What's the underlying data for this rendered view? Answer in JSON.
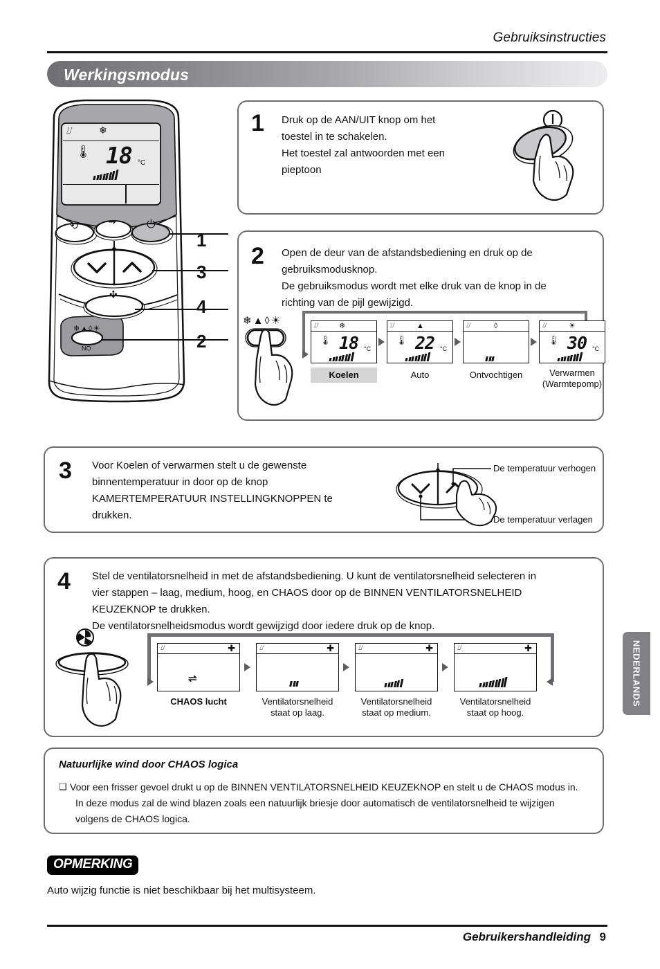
{
  "header": {
    "section_title": "Gebruiksinstructies",
    "banner_title": "Werkingsmodus"
  },
  "remote": {
    "lcd": {
      "signal_icon": "signal-icon",
      "mode_icon": "snowflake-icon",
      "thermometer_icon": "thermometer-icon",
      "temperature": "18",
      "unit": "°C",
      "fan_bars": 8
    },
    "buttons": {
      "swirl": "swirl-icon",
      "jet": "jet-icon",
      "power": "power-icon",
      "temp_icon": "thermometer-icon",
      "down": "chevron-down-icon",
      "up": "chevron-up-icon",
      "fan": "fan-icon",
      "mode_icons": "❄▲◊☀",
      "on_label": "ON"
    },
    "callouts": [
      "1",
      "3",
      "4",
      "2"
    ]
  },
  "steps": [
    {
      "number": "1",
      "lines": [
        "Druk op de AAN/UIT knop om het",
        "toestel in te schakelen.",
        "Het toestel zal antwoorden met een",
        "pieptoon"
      ],
      "illustration_icon": "power-icon"
    },
    {
      "number": "2",
      "lines": [
        "Open de deur van de afstandsbediening en druk op de",
        "gebruiksmodusknop.",
        "De gebruiksmodus wordt met elke druk van de knop in de",
        "richting van de pijl gewijzigd."
      ],
      "button_icons": "❄▲◊☀"
    },
    {
      "number": "3",
      "lines": [
        "Voor Koelen of verwarmen stelt u de gewenste",
        "binnentemperatuur in door op de knop",
        "KAMERTEMPERATUUR INSTELLINGKNOPPEN te",
        "drukken."
      ],
      "label_up": "De temperatuur verhogen",
      "label_down": "De temperatuur verlagen"
    },
    {
      "number": "4",
      "lines": [
        "Stel de ventilatorsnelheid in met de afstandsbediening. U kunt de ventilatorsnelheid selecteren in",
        "vier stappen – laag, medium, hoog, en CHAOS door op de BINNEN VENTILATORSNELHEID",
        "KEUZEKNOP te drukken.",
        "De ventilatorsnelheidsmodus wordt gewijzigd door iedere druk op de knop."
      ]
    }
  ],
  "mode_sequence": [
    {
      "label": "Koelen",
      "label2": "",
      "mode_icon": "❄",
      "temp": "18",
      "unit": "°C",
      "bars": 8,
      "selected": true,
      "has_temp": true
    },
    {
      "label": "Auto",
      "label2": "",
      "mode_icon": "▲",
      "temp": "22",
      "unit": "°C",
      "bars": 8,
      "selected": false,
      "has_temp": true
    },
    {
      "label": "Ontvochtigen",
      "label2": "",
      "mode_icon": "◊",
      "temp": "",
      "unit": "",
      "bars": 3,
      "selected": false,
      "has_temp": false
    },
    {
      "label": "Verwarmen",
      "label2": "(Warmtepomp)",
      "mode_icon": "☀",
      "temp": "30",
      "unit": "°C",
      "bars": 8,
      "selected": false,
      "has_temp": true
    }
  ],
  "fan_sequence": [
    {
      "label": "CHAOS lucht",
      "label2": "",
      "bars": 0,
      "chaos": true,
      "bold": true
    },
    {
      "label": "Ventilatorsnelheid",
      "label2": "staat op laag.",
      "bars": 3,
      "chaos": false,
      "bold": false
    },
    {
      "label": "Ventilatorsnelheid",
      "label2": "staat op medium.",
      "bars": 6,
      "chaos": false,
      "bold": false
    },
    {
      "label": "Ventilatorsnelheid",
      "label2": "staat op hoog.",
      "bars": 9,
      "chaos": false,
      "bold": false
    }
  ],
  "chaos_note": {
    "title": "Natuurlijke wind door CHAOS logica",
    "bullet": "❑",
    "lines": [
      "Voor een frisser gevoel drukt u op de BINNEN VENTILATORSNELHEID KEUZEKNOP en stelt u de CHAOS modus in.",
      "In deze modus zal de wind blazen zoals een natuurlijk briesje door automatisch de ventilatorsnelheid te wijzigen",
      "volgens de CHAOS logica."
    ]
  },
  "opmerking": {
    "badge": "OPMERKING",
    "text": "Auto wijzig functie is niet beschikbaar bij het multisysteem."
  },
  "footer": {
    "manual_label": "Gebruikershandleiding",
    "page_number": "9"
  },
  "language_tab": "NEDERLANDS"
}
